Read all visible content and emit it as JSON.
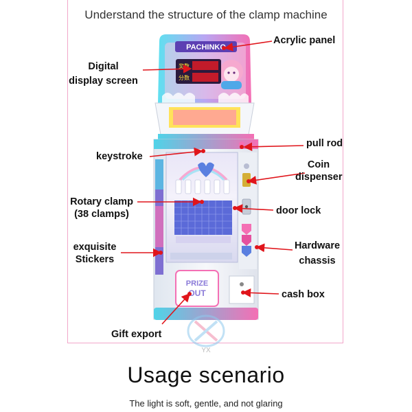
{
  "title": "Understand the structure of the clamp machine",
  "machine": {
    "marquee_text": "PACHINKO",
    "display_small_labels": [
      "奖数",
      "分数"
    ],
    "prize_door_text": [
      "PRIZE",
      "OUT"
    ]
  },
  "labels": {
    "acrylic_panel": "Acrylic panel",
    "digital_display_line1": "Digital",
    "digital_display_line2": "display screen",
    "pull_rod": "pull rod",
    "keystroke": "keystroke",
    "coin_dispenser_line1": "Coin",
    "coin_dispenser_line2": "dispenser",
    "rotary_clamp_line1": "Rotary clamp",
    "rotary_clamp_line2": "(38 clamps)",
    "door_lock": "door lock",
    "exquisite_stickers_line1": "exquisite",
    "exquisite_stickers_line2": "Stickers",
    "hardware_chassis_line1": "Hardware",
    "hardware_chassis_line2": "chassis",
    "cash_box": "cash box",
    "gift_export": "Gift export"
  },
  "watermark": "YX",
  "usage_title": "Usage scenario",
  "usage_subtitle": "The light is soft, gentle, and not glaring",
  "colors": {
    "arrow": "#e0151b",
    "frame_border": "#f2a6c9",
    "cabinet_pink": "#f46fb4",
    "cabinet_cyan": "#4fd3e8",
    "cabinet_body": "#eef1f6"
  }
}
